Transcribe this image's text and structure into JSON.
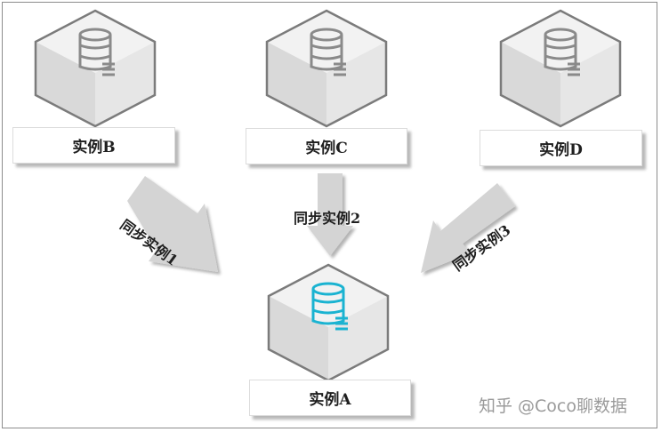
{
  "nodes": {
    "b": {
      "label": "实例B"
    },
    "c": {
      "label": "实例C"
    },
    "d": {
      "label": "实例D"
    },
    "a": {
      "label": "实例A"
    }
  },
  "arrows": {
    "sync1": "同步实例1",
    "sync2": "同步实例2",
    "sync3": "同步实例3"
  },
  "watermark": "知乎 @Coco聊数据",
  "colors": {
    "source_db_icon": "#8a8a8a",
    "target_db_icon": "#1ab3d1",
    "arrow_fill": "#d4d4d4"
  }
}
